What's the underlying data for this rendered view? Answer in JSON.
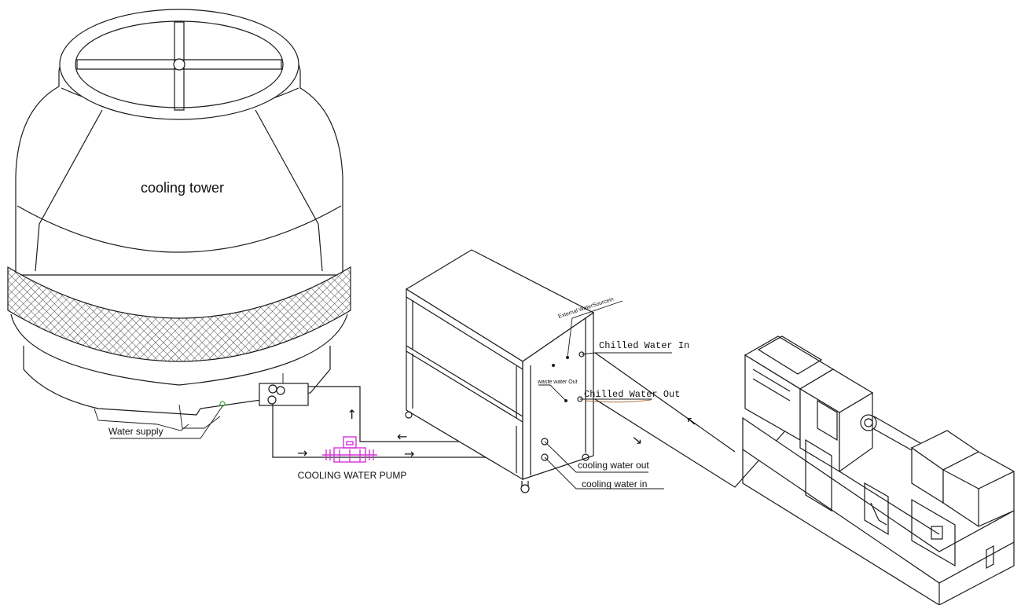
{
  "labels": {
    "cooling_tower": "cooling tower",
    "water_supply": "Water supply",
    "cooling_water_pump": "COOLING WATER PUMP",
    "external_water_source": "External WaterSourcein",
    "waste_water_out": "waste water Out",
    "chilled_water_in": "Chilled Water In",
    "chilled_water_out": "Chilled Water Out",
    "cooling_water_out": "cooling water out",
    "cooling_water_in": "cooling water in"
  },
  "colors": {
    "pump": "#d633d6",
    "underline_chilled_out": "#b8703a",
    "water_supply_marker": "#33aa33",
    "line": "#1a1a1a"
  },
  "icons": {
    "flow_arrows": [
      "arrow-right",
      "arrow-left",
      "arrow-up",
      "arrow-down-right",
      "arrow-up-left"
    ]
  }
}
